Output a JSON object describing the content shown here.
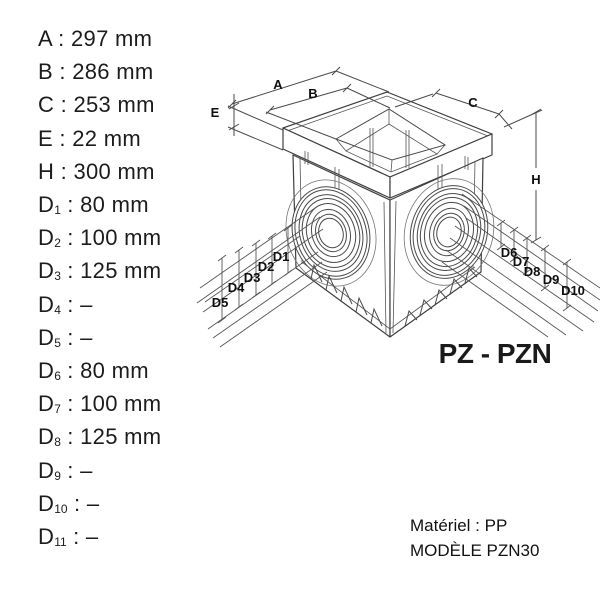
{
  "colors": {
    "background": "#ffffff",
    "line": "#4a4a4a",
    "edge": "#3f3f3f",
    "text": "#111111"
  },
  "dimension_list": [
    {
      "letter": "A",
      "sub": "",
      "sep": " : ",
      "value": "297 mm"
    },
    {
      "letter": "B",
      "sub": "",
      "sep": " : ",
      "value": "286 mm"
    },
    {
      "letter": "C",
      "sub": "",
      "sep": " : ",
      "value": "253 mm"
    },
    {
      "letter": "E",
      "sub": "",
      "sep": " : ",
      "value": "22 mm"
    },
    {
      "letter": "H",
      "sub": "",
      "sep": " : ",
      "value": "300 mm"
    },
    {
      "letter": "D",
      "sub": "1",
      "sep": " : ",
      "value": "80 mm"
    },
    {
      "letter": "D",
      "sub": "2",
      "sep": " : ",
      "value": "100 mm"
    },
    {
      "letter": "D",
      "sub": "3",
      "sep": " : ",
      "value": "125 mm"
    },
    {
      "letter": "D",
      "sub": "4",
      "sep": " : ",
      "value": "–"
    },
    {
      "letter": "D",
      "sub": "5",
      "sep": " : ",
      "value": "–"
    },
    {
      "letter": "D",
      "sub": "6",
      "sep": " : ",
      "value": "80 mm"
    },
    {
      "letter": "D",
      "sub": "7",
      "sep": " : ",
      "value": "100 mm"
    },
    {
      "letter": "D",
      "sub": "8",
      "sep": " : ",
      "value": "125 mm"
    },
    {
      "letter": "D",
      "sub": "9",
      "sep": " : ",
      "value": "–"
    },
    {
      "letter": "D",
      "sub": "10",
      "sep": " : ",
      "value": "–"
    },
    {
      "letter": "D",
      "sub": "11",
      "sep": " : ",
      "value": "–"
    }
  ],
  "diagram": {
    "labels": {
      "A": "A",
      "B": "B",
      "C": "C",
      "E": "E",
      "H": "H",
      "D1": "D1",
      "D2": "D2",
      "D3": "D3",
      "D4": "D4",
      "D5": "D5",
      "D6": "D6",
      "D7": "D7",
      "D8": "D8",
      "D9": "D9",
      "D10": "D10"
    },
    "model_label": "PZ - PZN"
  },
  "footer": {
    "material": "Matériel : PP",
    "model": "MODÈLE PZN30"
  }
}
